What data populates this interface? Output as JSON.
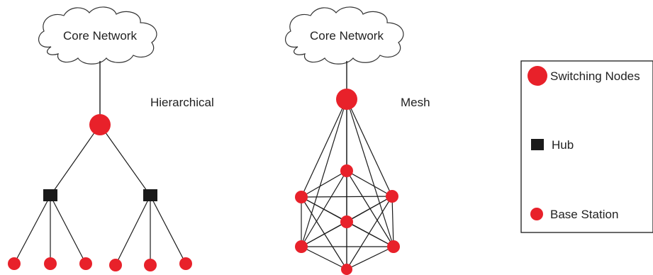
{
  "colors": {
    "node_red": "#e8212a",
    "hub_black": "#1a1a1a",
    "line": "#1a1a1a"
  },
  "hierarchical": {
    "cloud_label": "Core Network",
    "label": "Hierarchical"
  },
  "mesh": {
    "cloud_label": "Core Network",
    "label": "Mesh"
  },
  "legend": {
    "switching_nodes": "Switching Nodes",
    "hub": "Hub",
    "base_station": "Base Station"
  }
}
